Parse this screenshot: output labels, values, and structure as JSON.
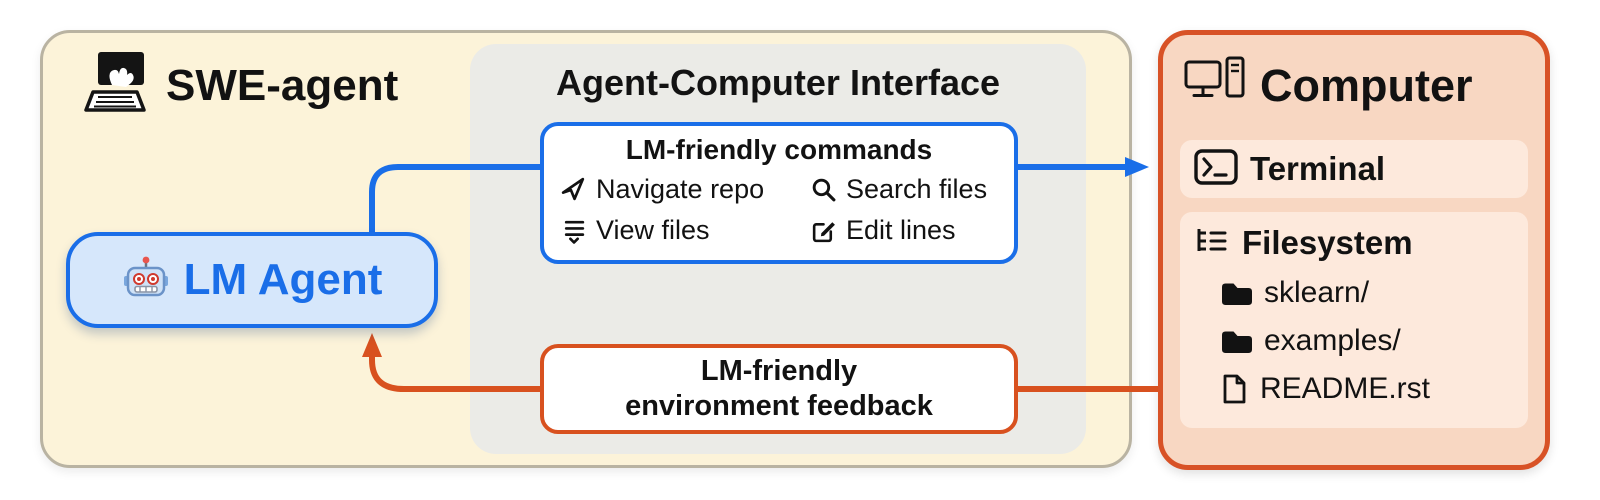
{
  "diagram": {
    "swe_agent": {
      "title": "SWE-agent",
      "icon": "hand-on-computer-icon"
    },
    "lm_agent": {
      "label": "LM Agent",
      "icon": "robot-icon"
    },
    "aci": {
      "title": "Agent-Computer Interface",
      "commands": {
        "title": "LM-friendly commands",
        "items": [
          {
            "icon": "navigate-icon",
            "label": "Navigate repo"
          },
          {
            "icon": "search-icon",
            "label": "Search files"
          },
          {
            "icon": "view-icon",
            "label": "View files"
          },
          {
            "icon": "edit-icon",
            "label": "Edit lines"
          }
        ]
      },
      "feedback": {
        "line1": "LM-friendly",
        "line2": "environment feedback"
      }
    },
    "computer": {
      "title": "Computer",
      "icon": "desktop-computer-icon",
      "terminal": {
        "label": "Terminal",
        "icon": "terminal-icon"
      },
      "filesystem": {
        "label": "Filesystem",
        "icon": "tree-list-icon",
        "entries": [
          {
            "icon": "folder-icon",
            "label": "sklearn/"
          },
          {
            "icon": "folder-icon",
            "label": "examples/"
          },
          {
            "icon": "file-icon",
            "label": "README.rst"
          }
        ]
      }
    },
    "arrows": {
      "commands_arrow": "lm-agent-to-computer",
      "feedback_arrow": "computer-to-lm-agent"
    },
    "colors": {
      "blue": "#1a6ee8",
      "orange": "#d8511f",
      "cream": "#fcf3d9",
      "gray": "#ebebe7",
      "salmon": "#f8d7c2",
      "salmon_light": "#fde9dc",
      "agent_fill": "#d6e7fb"
    }
  }
}
